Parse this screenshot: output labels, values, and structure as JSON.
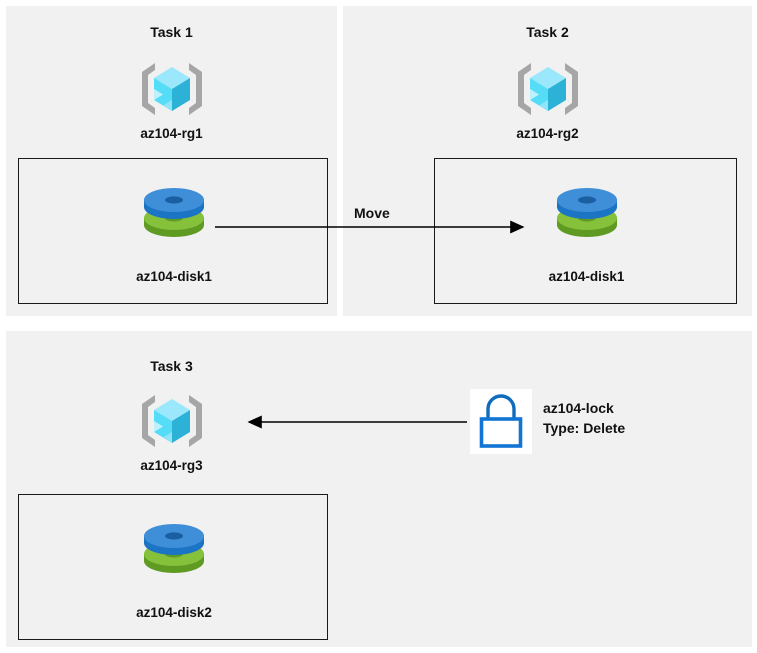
{
  "diagram": {
    "background": "#ffffff",
    "panel_color": "#f1f1f1",
    "border_color": "#1a1a1a"
  },
  "panels": [
    {
      "id": "task1",
      "title": "Task 1",
      "resource_group": {
        "label": "az104-rg1",
        "icon": "resource-group-icon"
      },
      "box": {
        "resource": {
          "label": "az104-disk1",
          "icon": "managed-disk-icon"
        }
      }
    },
    {
      "id": "task2",
      "title": "Task 2",
      "resource_group": {
        "label": "az104-rg2",
        "icon": "resource-group-icon"
      },
      "box": {
        "resource": {
          "label": "az104-disk1",
          "icon": "managed-disk-icon"
        }
      }
    },
    {
      "id": "task3",
      "title": "Task 3",
      "resource_group": {
        "label": "az104-rg3",
        "icon": "resource-group-icon"
      },
      "box": {
        "resource": {
          "label": "az104-disk2",
          "icon": "managed-disk-icon"
        }
      }
    }
  ],
  "connectors": {
    "move": {
      "label": "Move",
      "direction": "right",
      "color": "#000000"
    },
    "lock_apply": {
      "label": "",
      "direction": "left",
      "color": "#000000"
    }
  },
  "lock": {
    "icon": "lock-icon",
    "name": "az104-lock",
    "type": "Type: Delete",
    "stroke": "#0f6cbd",
    "tile_background": "#ffffff"
  },
  "colors": {
    "cube_top": "#9be7fb",
    "cube_left": "#3fd0f5",
    "cube_right": "#2bb2d6",
    "bracket": "#a6a6a6",
    "disk_blue_top": "#3f8fd8",
    "disk_blue_side": "#1b74c4",
    "disk_green_top": "#86c13b",
    "disk_green_side": "#5f9a22"
  }
}
